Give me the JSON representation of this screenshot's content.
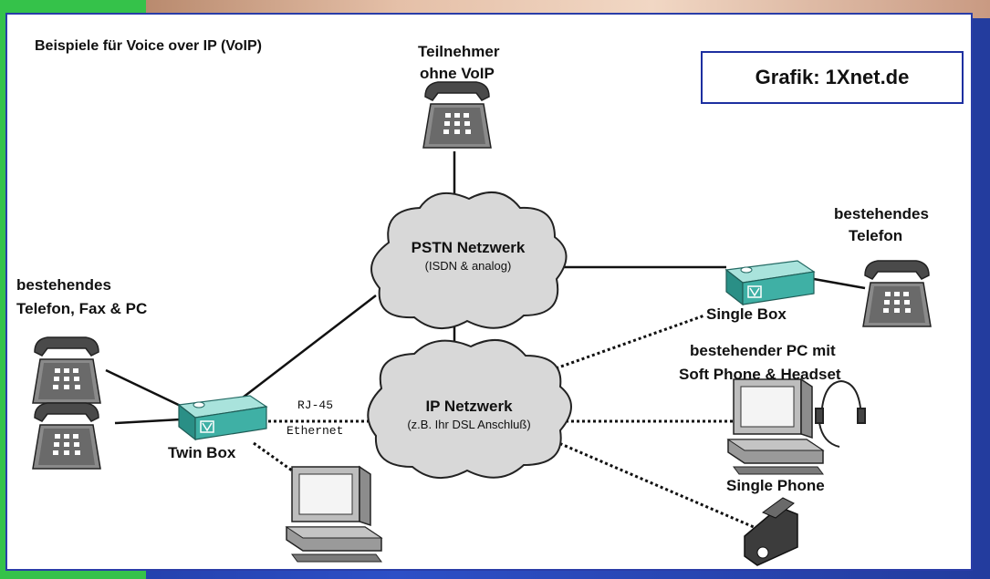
{
  "title": "Beispiele für Voice over IP (VoIP)",
  "credit": "Grafik: 1Xnet.de",
  "nodes": {
    "teilnehmer": {
      "line1": "Teilnehmer",
      "line2": "ohne VoIP"
    },
    "pstn": {
      "name": "PSTN Netzwerk",
      "sub": "(ISDN & analog)"
    },
    "ip": {
      "name": "IP Netzwerk",
      "sub": "(z.B. Ihr DSL Anschluß)"
    },
    "left_group": {
      "line1": "bestehendes",
      "line2": "Telefon, Fax & PC"
    },
    "right_phone": {
      "line1": "bestehendes",
      "line2": "Telefon"
    },
    "single_box": "Single Box",
    "twin_box": "Twin Box",
    "softphone": {
      "line1": "bestehender PC mit",
      "line2": "Soft Phone & Headset"
    },
    "single_phone": "Single Phone"
  },
  "link_labels": {
    "rj45": "RJ-45",
    "ethernet": "Ethernet"
  }
}
